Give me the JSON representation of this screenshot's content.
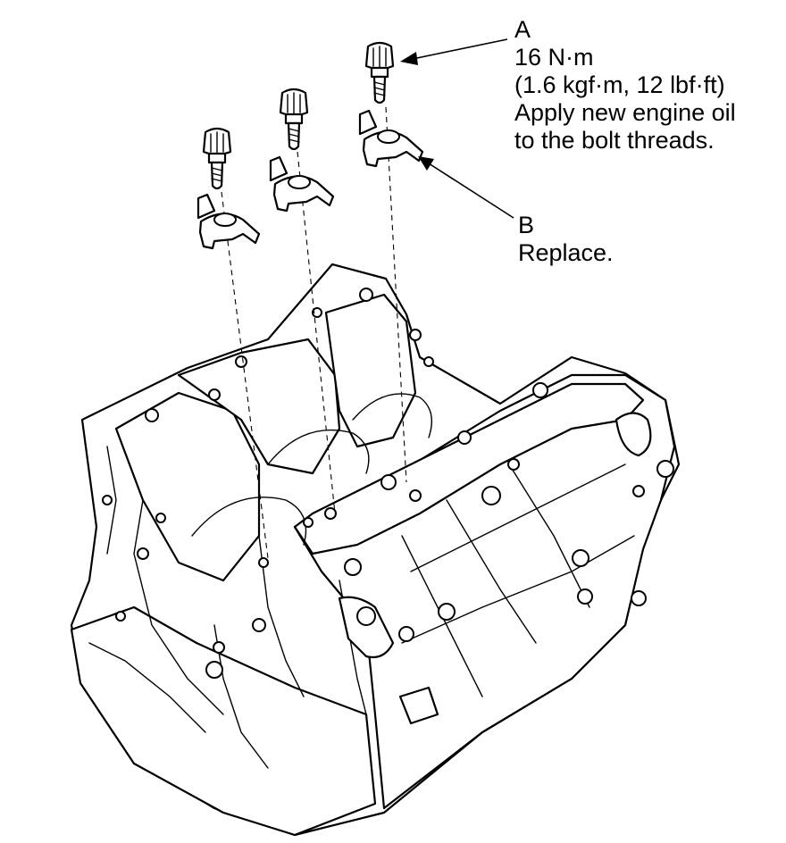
{
  "callouts": {
    "a": {
      "letter": "A",
      "torque": "16 N·m",
      "torque_alt": "(1.6 kgf·m, 12 lbf·ft)",
      "note_line1": "Apply new engine oil",
      "note_line2": "to the bolt threads."
    },
    "b": {
      "letter": "B",
      "note": "Replace."
    }
  },
  "colors": {
    "line": "#000000",
    "background": "#ffffff"
  }
}
